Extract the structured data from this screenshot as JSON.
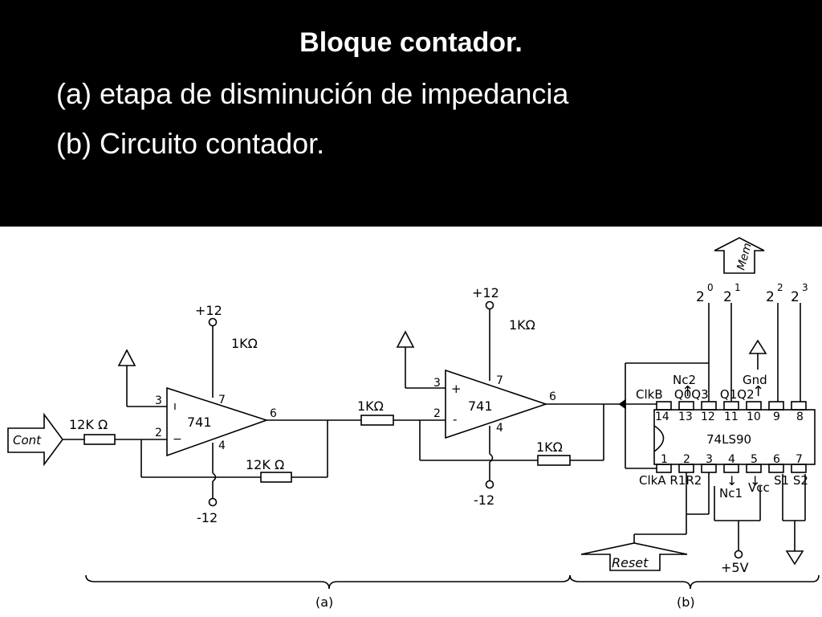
{
  "title": {
    "heading": "Bloque contador.",
    "line_a": "(a) etapa de disminución de impedancia",
    "line_b": "(b) Circuito contador."
  },
  "diagram": {
    "input_label": "Cont",
    "opamp1": {
      "model": "741",
      "pos_supply": "+12",
      "neg_supply": "-12",
      "pin_plus": "3",
      "pin_minus": "2",
      "pin_out": "6",
      "pin_v_plus": "7",
      "pin_v_minus": "4",
      "mark_plus": "ı",
      "mark_minus": "−"
    },
    "opamp2": {
      "model": "741",
      "pos_supply": "+12",
      "neg_supply": "-12",
      "pin_plus": "3",
      "pin_minus": "2",
      "pin_out": "6",
      "pin_v_plus": "7",
      "pin_v_minus": "4",
      "mark_plus": "+",
      "mark_minus": "-"
    },
    "resistors": {
      "r_in": "12K Ω",
      "r_fb1": "12K Ω",
      "r_top1": "1KΩ",
      "r_mid": "1KΩ",
      "r_fb2": "1KΩ",
      "r_top2": "1KΩ"
    },
    "ic": {
      "name": "74LS90",
      "top_pins": [
        "14",
        "13",
        "12",
        "11",
        "10",
        "9",
        "8"
      ],
      "bottom_pins": [
        "1",
        "2",
        "3",
        "4",
        "5",
        "6",
        "7"
      ],
      "top_labels": {
        "nc2": "Nc2",
        "gnd": "Gnd",
        "clkb_q0q3_q1q2": "ClkB   Q0Q3   Q1Q2"
      },
      "bottom_labels": {
        "clka_r1r2": "ClkA R1R2",
        "nc1": "Nc1",
        "vcc": "Vcc",
        "s1s2": "S1 S2"
      }
    },
    "outputs": [
      {
        "base": "2",
        "exp": "0"
      },
      {
        "base": "2",
        "exp": "1"
      },
      {
        "base": "2",
        "exp": "2"
      },
      {
        "base": "2",
        "exp": "3"
      }
    ],
    "mem_label": "Mem",
    "reset_label": "Reset",
    "supply_5v": "+5V",
    "brace_a": "(a)",
    "brace_b": "(b)"
  }
}
